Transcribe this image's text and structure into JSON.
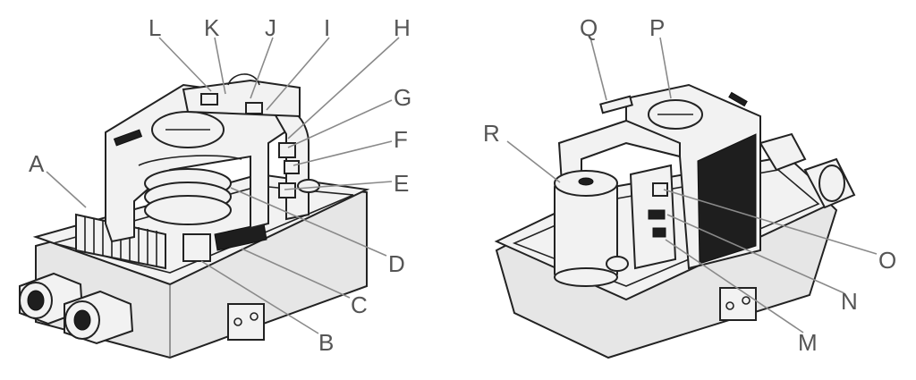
{
  "figure": {
    "labels": [
      "A",
      "B",
      "C",
      "D",
      "E",
      "F",
      "G",
      "H",
      "I",
      "J",
      "K",
      "L",
      "M",
      "N",
      "O",
      "P",
      "Q",
      "R"
    ]
  },
  "colors": {
    "background": "#ffffff",
    "label_text": "#555555",
    "leader_line": "#8a8a8a",
    "outline": "#222222",
    "housing_fill": "#f2f2f2"
  }
}
